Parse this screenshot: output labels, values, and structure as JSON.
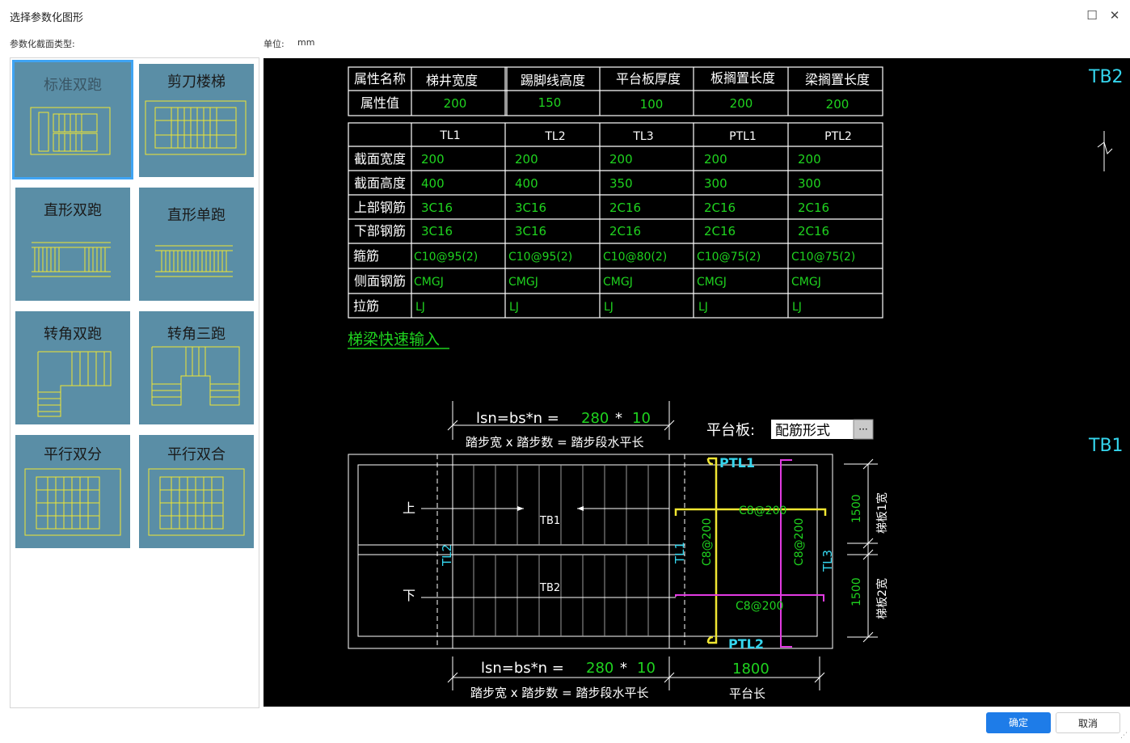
{
  "window": {
    "title": "选择参数化图形",
    "maximize_icon": "☐",
    "close_icon": "✕"
  },
  "labels": {
    "section_type": "参数化截面类型:",
    "unit_label": "单位:",
    "unit_value": "mm"
  },
  "thumbnails": [
    {
      "label": "标准双跑",
      "selected": true
    },
    {
      "label": "剪刀楼梯"
    },
    {
      "label": "直形双跑"
    },
    {
      "label": "直形单跑"
    },
    {
      "label": "转角双跑"
    },
    {
      "label": "转角三跑"
    },
    {
      "label": "平行双分"
    },
    {
      "label": "平行双合"
    }
  ],
  "attr_table": {
    "headers": [
      "属性名称",
      "梯井宽度",
      "踢脚线高度",
      "平台板厚度",
      "板搁置长度",
      "梁搁置长度"
    ],
    "row_label": "属性值",
    "values": [
      "200",
      "150",
      "100",
      "200",
      "200"
    ]
  },
  "beam_table": {
    "headers": [
      "TL1",
      "TL2",
      "TL3",
      "PTL1",
      "PTL2"
    ],
    "rows": [
      {
        "label": "截面宽度",
        "values": [
          "200",
          "200",
          "200",
          "200",
          "200"
        ]
      },
      {
        "label": "截面高度",
        "values": [
          "400",
          "400",
          "350",
          "300",
          "300"
        ]
      },
      {
        "label": "上部钢筋",
        "values": [
          "3C16",
          "3C16",
          "2C16",
          "2C16",
          "2C16"
        ]
      },
      {
        "label": "下部钢筋",
        "values": [
          "3C16",
          "3C16",
          "2C16",
          "2C16",
          "2C16"
        ]
      },
      {
        "label": "箍筋",
        "values": [
          "C10@95(2)",
          "C10@95(2)",
          "C10@80(2)",
          "C10@75(2)",
          "C10@75(2)"
        ]
      },
      {
        "label": "侧面钢筋",
        "values": [
          "CMGJ",
          "CMGJ",
          "CMGJ",
          "CMGJ",
          "CMGJ"
        ]
      },
      {
        "label": "拉筋",
        "values": [
          "LJ",
          "LJ",
          "LJ",
          "LJ",
          "LJ"
        ]
      }
    ]
  },
  "quick_input_link": "梯梁快速输入",
  "drawing": {
    "formula_prefix": "lsn=bs*n =",
    "step_width": "280",
    "times": "*",
    "step_count": "10",
    "formula_caption": "踏步宽 x 踏步数 = 踏步段水平长",
    "platform_label": "平台板:",
    "platform_value": "配筋形式",
    "platform_more": "···",
    "up": "上",
    "down": "下",
    "tb1": "TB1",
    "tb2": "TB2",
    "tl1": "TL1",
    "tl2": "TL2",
    "tl3": "TL3",
    "ptl1": "PTL1",
    "ptl2": "PTL2",
    "rebar_h": "C8@200",
    "rebar_v": "C8@200",
    "dim_1500a": "1500",
    "dim_1500b": "1500",
    "board1_width": "梯板1宽",
    "board2_width": "梯板2宽",
    "platform_length_value": "1800",
    "platform_length_label": "平台长",
    "side_tb2": "TB2",
    "side_tb1": "TB1"
  },
  "colors": {
    "canvas_bg": "#000000",
    "green": "#1fd31f",
    "cyan": "#35d6ee",
    "yellow": "#f0e632",
    "magenta": "#e23be2",
    "white": "#ffffff"
  },
  "buttons": {
    "ok": "确定",
    "cancel": "取消"
  }
}
